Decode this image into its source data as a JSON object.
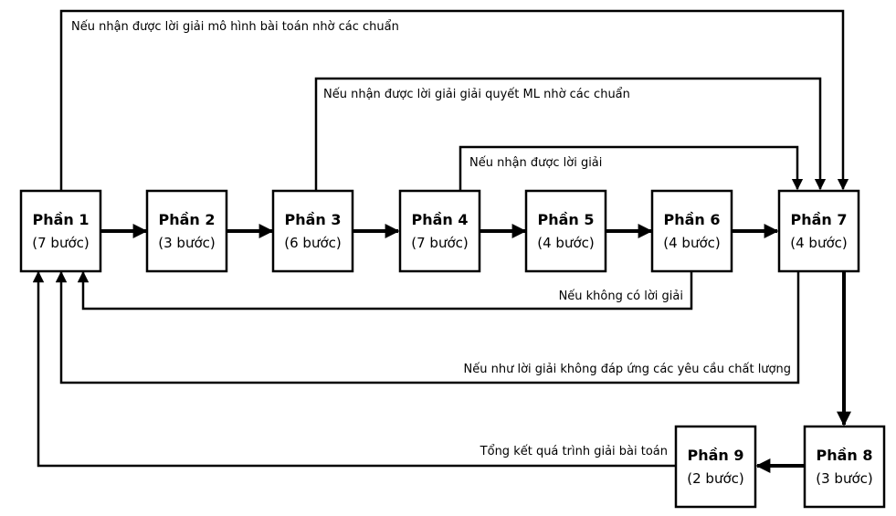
{
  "colors": {
    "line": "#000000",
    "background": "#ffffff"
  },
  "nodes": [
    {
      "id": "p1",
      "title": "Phần 1",
      "sub": "(7 bước)"
    },
    {
      "id": "p2",
      "title": "Phần 2",
      "sub": "(3 bước)"
    },
    {
      "id": "p3",
      "title": "Phần 3",
      "sub": "(6 bước)"
    },
    {
      "id": "p4",
      "title": "Phần 4",
      "sub": "(7 bước)"
    },
    {
      "id": "p5",
      "title": "Phần 5",
      "sub": "(4 bước)"
    },
    {
      "id": "p6",
      "title": "Phần 6",
      "sub": "(4 bước)"
    },
    {
      "id": "p7",
      "title": "Phần 7",
      "sub": "(4 bước)"
    },
    {
      "id": "p8",
      "title": "Phần 8",
      "sub": "(3 bước)"
    },
    {
      "id": "p9",
      "title": "Phần 9",
      "sub": "(2 bước)"
    }
  ],
  "labels": {
    "p1_to_p7": "Nếu nhận được lời giải mô hình bài toán nhờ các chuẩn",
    "p3_to_p7": "Nếu nhận được lời giải giải quyết ML nhờ các chuẩn",
    "p4_to_p7": "Nếu nhận được lời giải",
    "p6_to_p1": "Nếu không có lời giải",
    "p7_to_p1": "Nếu như lời giải không đáp ứng các yêu cầu chất lượng",
    "p9_to_p1": "Tổng kết quá trình giải bài toán"
  }
}
